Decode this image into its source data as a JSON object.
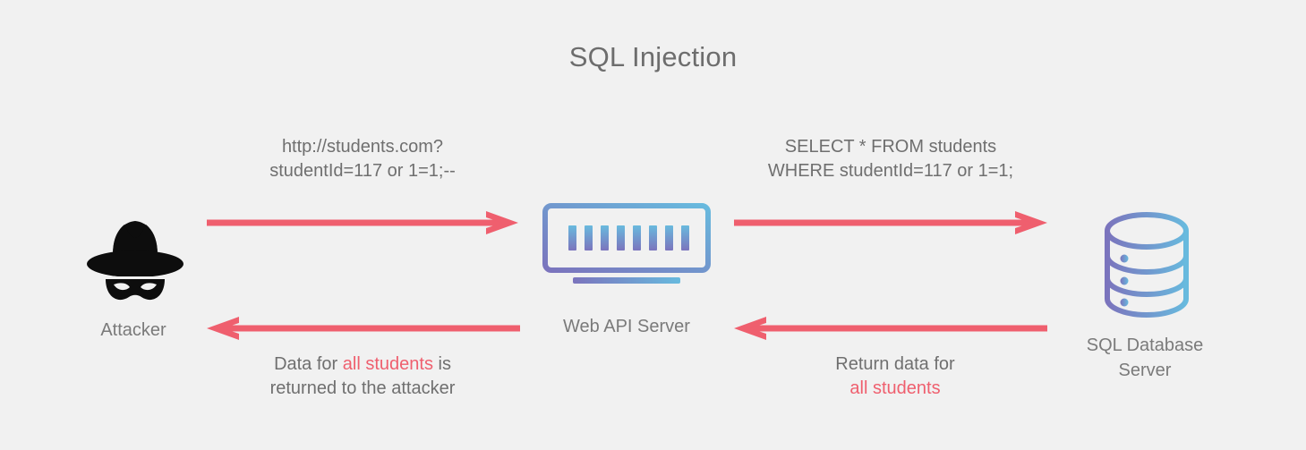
{
  "diagram": {
    "title": "SQL Injection",
    "background_color": "#f1f1f1",
    "arrow_color": "#ef5f6e",
    "text_color": "#6f6f6f",
    "gradient_start": "#7b74bd",
    "gradient_end": "#68bade",
    "nodes": [
      {
        "id": "attacker",
        "label": "Attacker",
        "icon": "attacker-spy-icon"
      },
      {
        "id": "web-api-server",
        "label": "Web API Server",
        "icon": "server-icon"
      },
      {
        "id": "sql-database-server",
        "label": "SQL Database\nServer",
        "icon": "database-icon"
      }
    ],
    "flows": [
      {
        "id": "request",
        "direction": "right",
        "from": "attacker",
        "to": "web-api-server",
        "lines": [
          {
            "text": "http://students.com?",
            "highlight": false
          },
          {
            "text": "studentId=117 or 1=1;--",
            "highlight": false
          }
        ]
      },
      {
        "id": "query",
        "direction": "right",
        "from": "web-api-server",
        "to": "sql-database-server",
        "lines": [
          {
            "text": "SELECT * FROM students",
            "highlight": false
          },
          {
            "text": "WHERE studentId=117 or 1=1;",
            "highlight": false
          }
        ]
      },
      {
        "id": "response-to-attacker",
        "direction": "left",
        "from": "web-api-server",
        "to": "attacker",
        "line1_prefix": "Data for ",
        "line1_highlight": "all students",
        "line1_suffix": " is",
        "line2": "returned to the attacker"
      },
      {
        "id": "return-data",
        "direction": "left",
        "from": "sql-database-server",
        "to": "web-api-server",
        "line1": "Return data for",
        "line2_highlight": "all students"
      }
    ]
  }
}
